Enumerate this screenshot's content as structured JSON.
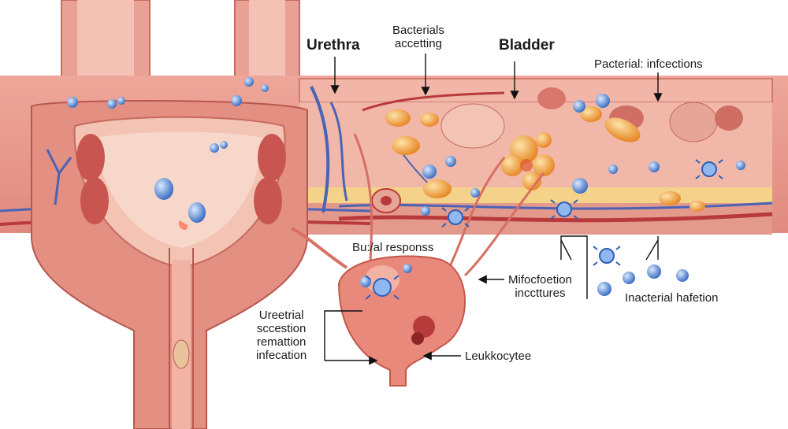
{
  "labels": {
    "urethra": "Urethra",
    "bacterials_accetting": "Bacterials\naccetting",
    "bladder": "Bladder",
    "pacterial_infections": "Pacterial: infcections",
    "bural_respons": "Bu:/al responss",
    "mifoction_incctures": "Mifocfoetion\ninccttures",
    "nacterial_hafetion": "Inacterial hafetion",
    "ureetrial_block": "Ureetrial\nsccestion\nremattion\ninfecation",
    "leukkocytee": "Leukkocytee"
  },
  "colors": {
    "tissue": "#e8958a",
    "tissue_light": "#f6c9bd",
    "tissue_dark": "#c9655c",
    "vessel_blue": "#4a63b5",
    "vessel_red": "#b93a3a",
    "bacteria_blue": "#5b8fd6",
    "orange_cell": "#f2a443",
    "fat_layer": "#f4d28a"
  },
  "icons": [
    "bacterium-icon",
    "leukocyte-icon",
    "pointer-arrow-icon"
  ]
}
